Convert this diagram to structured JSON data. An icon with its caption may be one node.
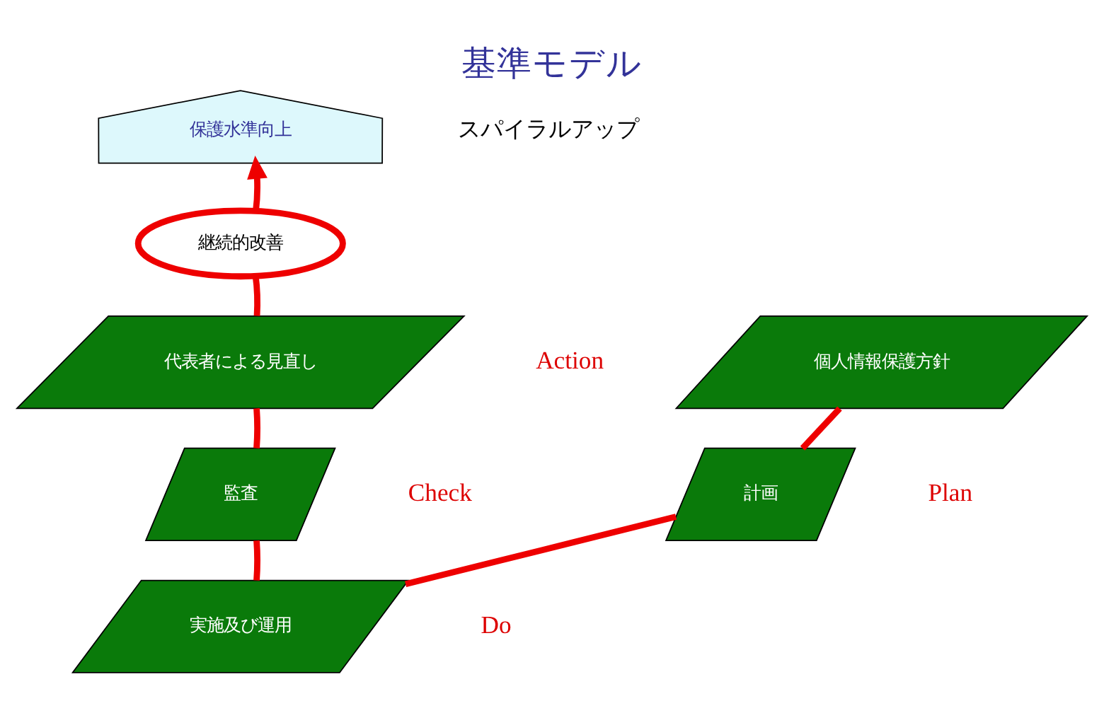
{
  "diagram": {
    "title": "基準モデル",
    "nodes": [
      {
        "text": [
          "保護水準向上"
        ],
        "beside": [
          "スパイラルアップ"
        ]
      },
      {
        "text": [
          "継続的改善"
        ]
      },
      {
        "text": [
          "代表者による見直し"
        ],
        "beside": [
          "Action"
        ]
      },
      {
        "text": [
          "個人情報保護方針"
        ]
      },
      {
        "text": [
          "監査"
        ],
        "beside": [
          "Check"
        ]
      },
      {
        "text": [
          "計画"
        ],
        "beside": [
          "Plan"
        ]
      },
      {
        "text": [
          "実施及び運用"
        ],
        "beside": [
          "Do"
        ]
      }
    ],
    "edges": [
      {
        "from": 3,
        "to": 5,
        "arrow": "none"
      },
      {
        "from": 5,
        "to": 6,
        "arrow": "none"
      },
      {
        "from": 6,
        "to": 4,
        "arrow": "none"
      },
      {
        "from": 4,
        "to": 2,
        "arrow": "none"
      },
      {
        "from": 2,
        "to": 1,
        "arrow": "none"
      },
      {
        "from": 1,
        "to": 0,
        "arrow": "to"
      }
    ]
  }
}
